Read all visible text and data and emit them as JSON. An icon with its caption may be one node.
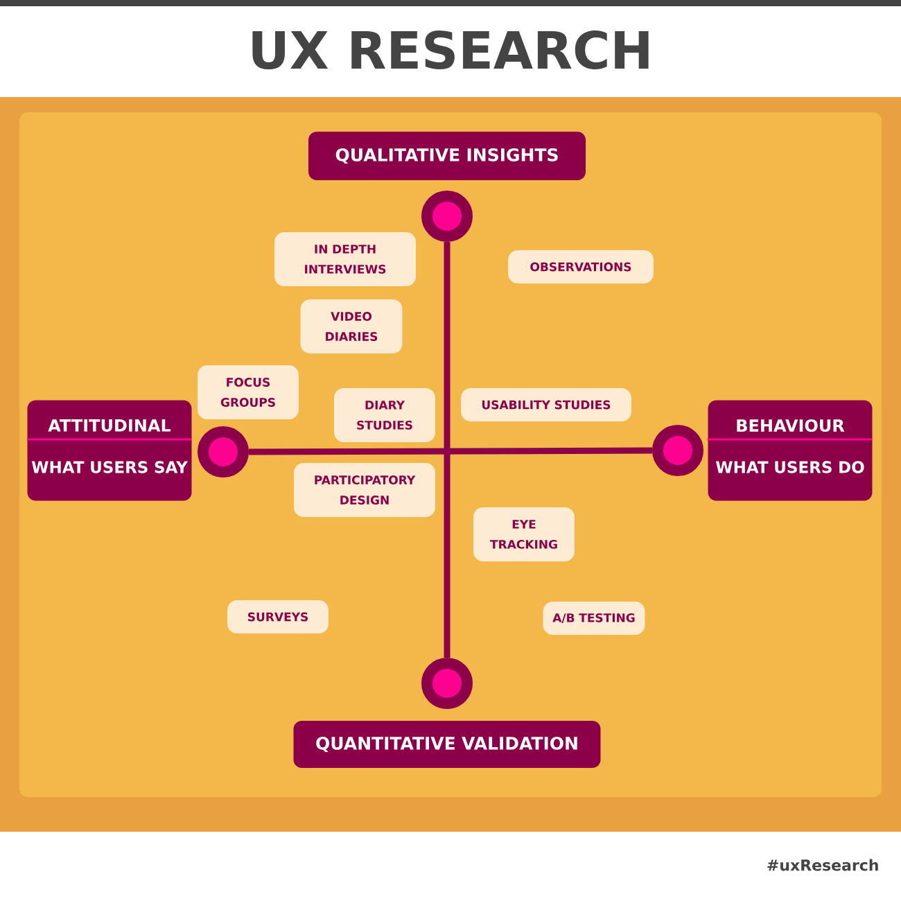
{
  "diagram": {
    "title": "UX RESEARCH",
    "nodes": [
      {
        "text": [
          "QUALITATIVE INSIGHTS"
        ]
      },
      {
        "text": [],
        "shape": "circle"
      },
      {
        "text": [
          "IN DEPTH INTERVIEWS"
        ]
      },
      {
        "text": [
          "OBSERVATIONS"
        ]
      },
      {
        "text": [
          "VIDEO DIARIES"
        ]
      },
      {
        "text": [
          "FOCUS GROUPS"
        ]
      },
      {
        "text": [
          "DIARY STUDIES"
        ]
      },
      {
        "text": [
          "USABILITY STUDIES"
        ]
      },
      {
        "text": [
          "ATTITUDINAL",
          "WHAT USERS SAY"
        ]
      },
      {
        "text": [],
        "shape": "circle"
      },
      {
        "text": [],
        "shape": "circle"
      },
      {
        "text": [
          "BEHAVIOUR",
          "WHAT USERS DO"
        ]
      },
      {
        "text": [
          "PARTICIPATORY DESIGN"
        ]
      },
      {
        "text": [
          "EYE TRACKING"
        ]
      },
      {
        "text": [
          "SURVEYS"
        ]
      },
      {
        "text": [
          "A/B TESTING"
        ]
      },
      {
        "text": [],
        "shape": "circle"
      },
      {
        "text": [
          "QUANTITATIVE VALIDATION"
        ]
      }
    ],
    "edges": [
      {
        "from": 1,
        "to": 16,
        "arrow": "none"
      },
      {
        "from": 9,
        "to": 10,
        "arrow": "none"
      }
    ],
    "labels": [
      "#uxResearch"
    ]
  }
}
